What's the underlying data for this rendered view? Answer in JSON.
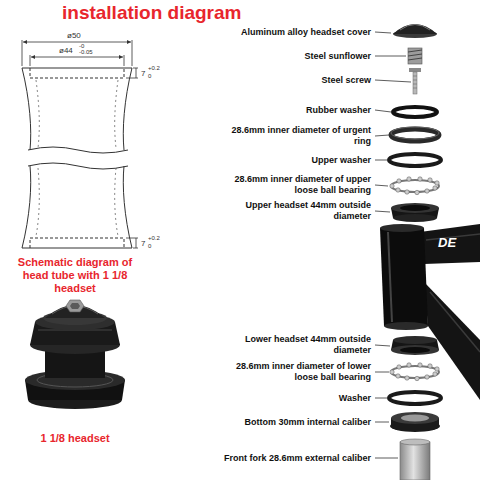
{
  "diagram": {
    "title": "installation diagram",
    "labels": [
      "ø50",
      "ø44",
      "-0",
      "-0.05",
      "7",
      "+0.2",
      "0",
      "7",
      "+0.2",
      "0",
      "Schematic diagram of head tube with 1 1/8 headset",
      "1 1/8 headset",
      "Aluminum alloy headset cover",
      "Steel sunflower",
      "Steel screw",
      "Rubber washer",
      "28.6mm inner diameter of urgent ring",
      "Upper washer",
      "28.6mm inner diameter of upper loose ball bearing",
      "Upper headset 44mm outside diameter",
      "DE",
      "Lower headset 44mm outside diameter",
      "28.6mm inner diameter of lower loose ball bearing",
      "Washer",
      "Bottom 30mm internal caliber",
      "Front fork 28.6mm external caliber"
    ]
  }
}
